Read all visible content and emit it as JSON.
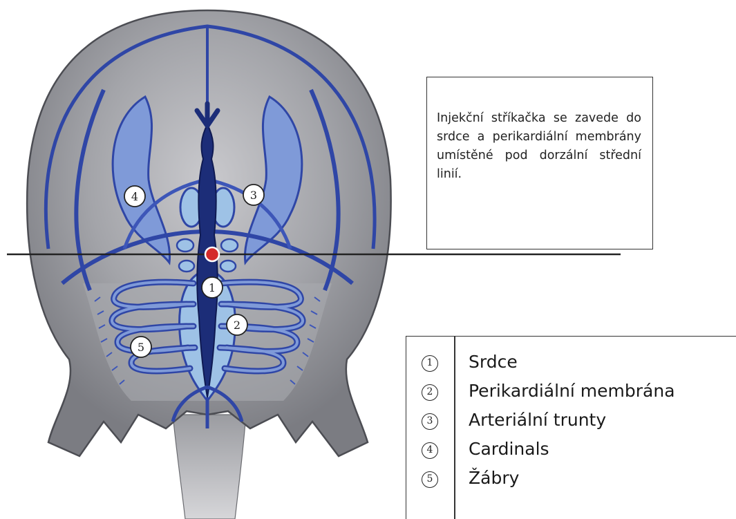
{
  "callout": {
    "text": "Injekční stříkačka se zavede do srdce a perikardiální membrány umístěné pod dorzální střední linií."
  },
  "diagram_markers": [
    "1",
    "2",
    "3",
    "4",
    "5"
  ],
  "legend": [
    {
      "number": "1",
      "label": "Srdce"
    },
    {
      "number": "2",
      "label": "Perikardiální membrána"
    },
    {
      "number": "3",
      "label": "Arteriální trunty"
    },
    {
      "number": "4",
      "label": "Cardinals"
    },
    {
      "number": "5",
      "label": "Žábry"
    }
  ],
  "colors": {
    "shell": "#8f9095",
    "shell_edge": "#5f6066",
    "vessel": "#3d56b8",
    "vessel_dark": "#1c2d78",
    "vessel_light": "#7f9ad8",
    "pericardium": "#9ec2e6",
    "injection_point": "#d42a2a"
  }
}
